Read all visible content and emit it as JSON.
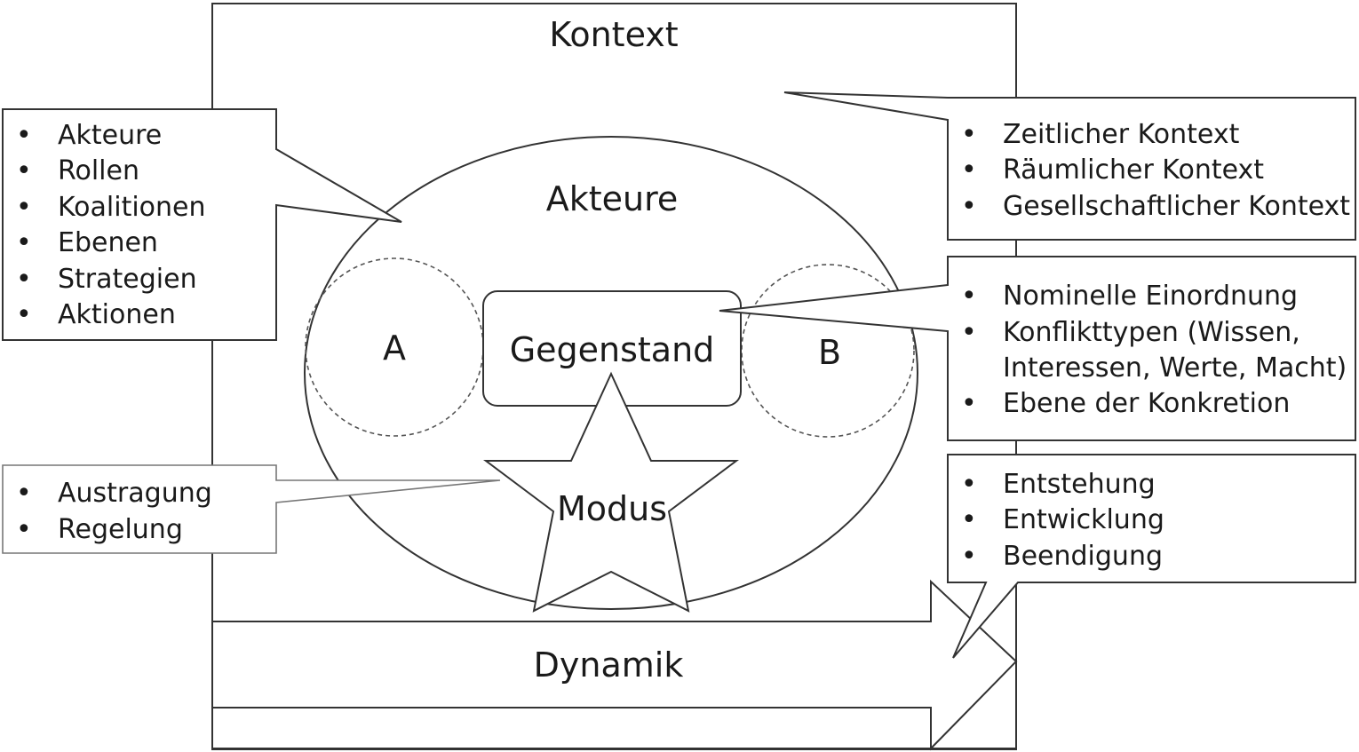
{
  "diagram": {
    "context_label": "Kontext",
    "actors_label": "Akteure",
    "party_a": "A",
    "party_b": "B",
    "subject_label": "Gegenstand",
    "mode_label": "Modus",
    "dynamics_label": "Dynamik"
  },
  "callouts": {
    "actors": {
      "items": [
        "Akteure",
        "Rollen",
        "Koalitionen",
        "Ebenen",
        "Strategien",
        "Aktionen"
      ]
    },
    "context": {
      "items": [
        "Zeitlicher Kontext",
        "Räumlicher Kontext",
        "Gesellschaftlicher Kontext"
      ]
    },
    "subject": {
      "items": [
        "Nominelle Einordnung",
        "Konflikttypen (Wissen,",
        "Interessen, Werte, Macht)",
        "Ebene der Konkretion"
      ]
    },
    "mode": {
      "items": [
        "Austragung",
        "Regelung"
      ]
    },
    "dynamics": {
      "items": [
        "Entstehung",
        "Entwicklung",
        "Beendigung"
      ]
    }
  }
}
